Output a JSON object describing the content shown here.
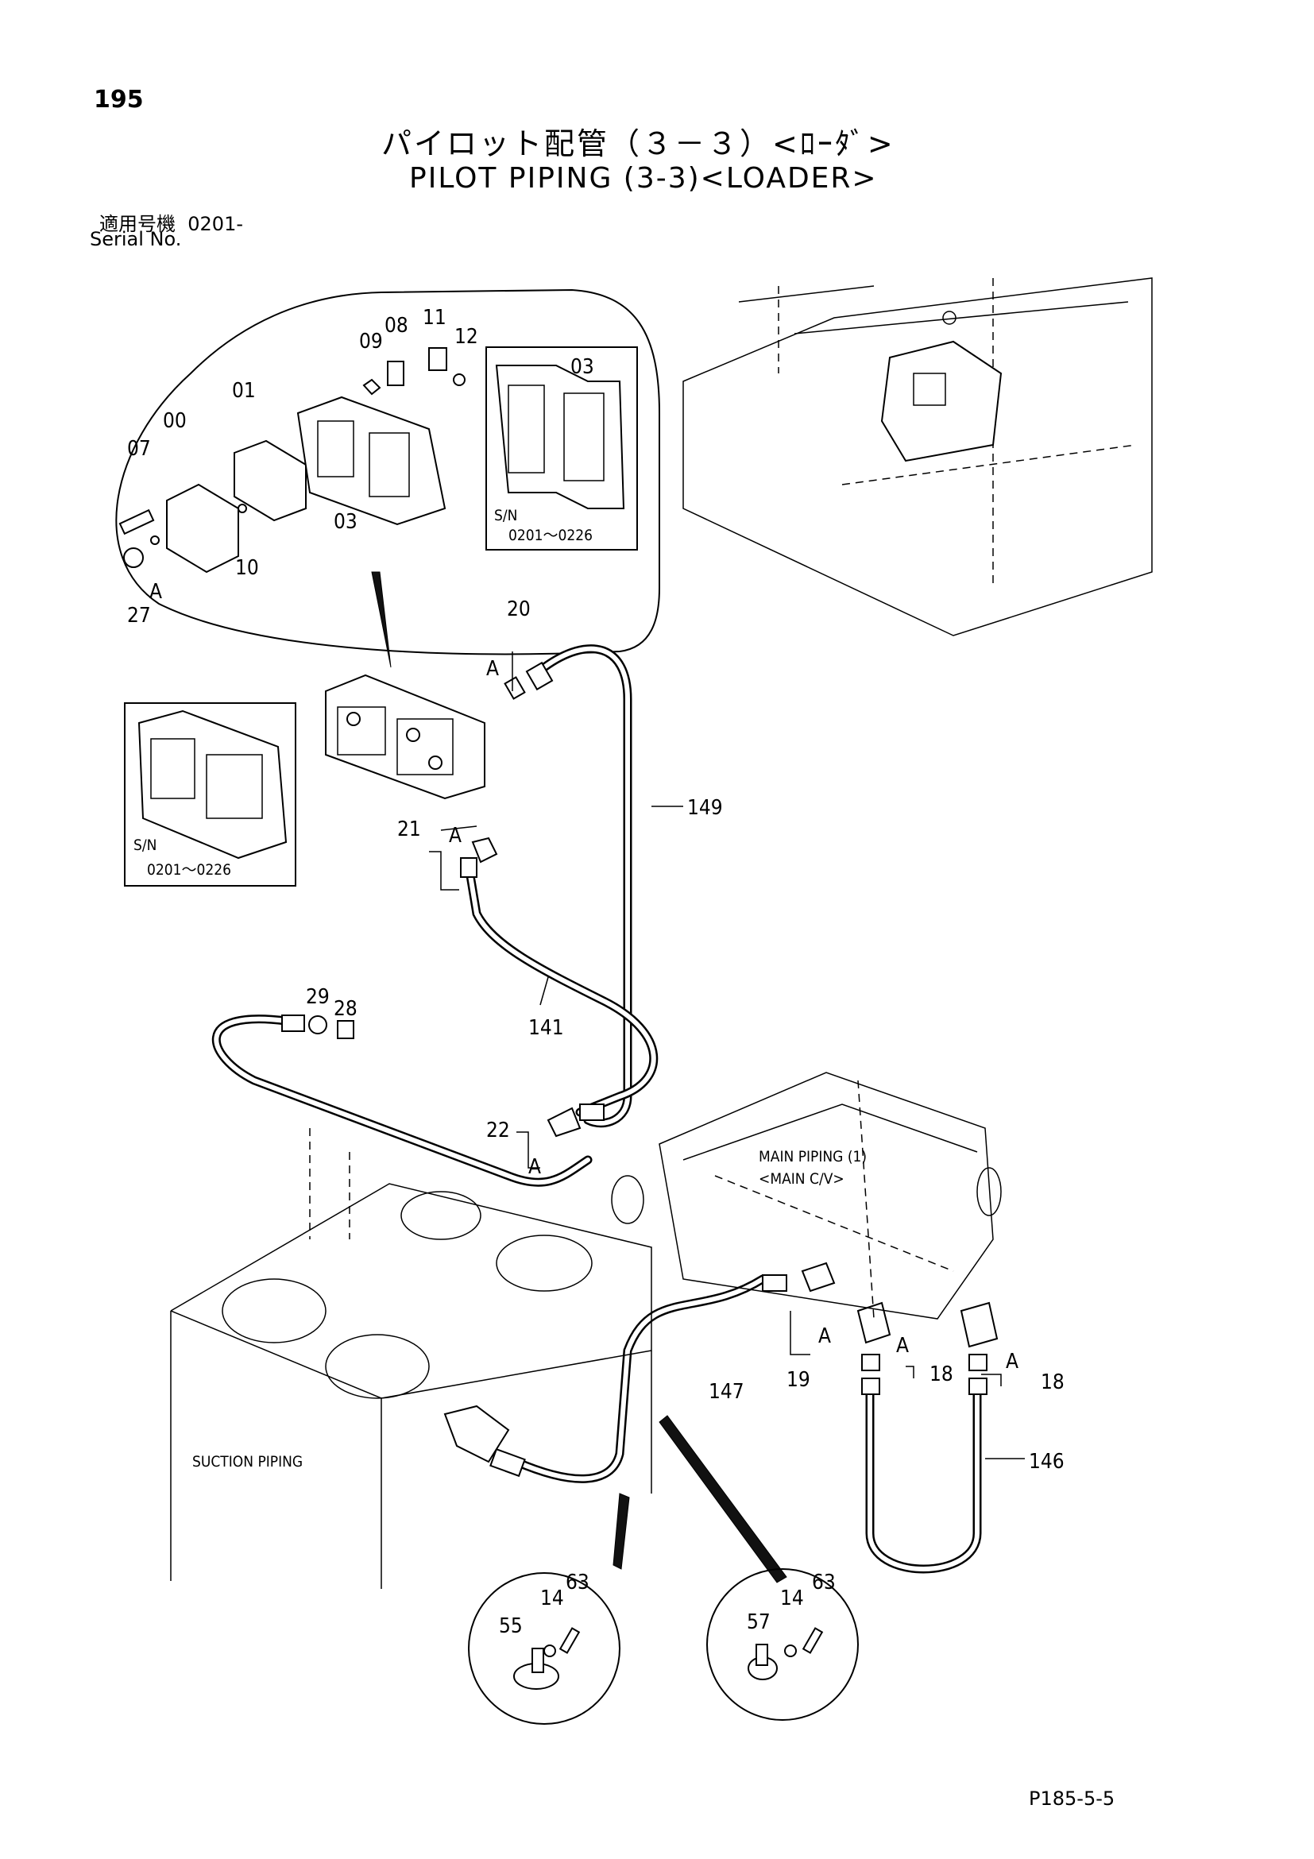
{
  "page": {
    "number": "195",
    "title_jp": "パイロット配管（３－３）<ﾛｰﾀﾞ>",
    "title_en": "PILOT PIPING (3-3)<LOADER>",
    "serial_label_jp": "適用号機",
    "serial_value": "0201-",
    "serial_label_en": "Serial No.",
    "footer_code": "P185-5-5"
  },
  "diagram": {
    "parts": {
      "p00": "00",
      "p01": "01",
      "p03a": "03",
      "p03b": "03",
      "p07": "07",
      "p08": "08",
      "p09": "09",
      "p10": "10",
      "p11": "11",
      "p12": "12",
      "p14a": "14",
      "p14b": "14",
      "p18a": "18",
      "p18b": "18",
      "p19": "19",
      "p20": "20",
      "p21": "21",
      "p22": "22",
      "p27": "27",
      "p28": "28",
      "p29": "29",
      "p55": "55",
      "p57": "57",
      "p63a": "63",
      "p63b": "63",
      "p141": "141",
      "p146": "146",
      "p147": "147",
      "p149": "149"
    },
    "markers": {
      "a1": "A",
      "a2": "A",
      "a3": "A",
      "a4": "A",
      "a5": "A",
      "a6": "A",
      "a7": "A"
    },
    "serial_notes": {
      "inset1_sn": "S/N",
      "inset1_range": "0201～0226",
      "inset2_sn": "S/N",
      "inset2_range": "0201～0226"
    },
    "references": {
      "main_piping_line1": "MAIN PIPING (1)",
      "main_piping_line2": "<MAIN C/V>",
      "suction_piping": "SUCTION PIPING"
    }
  }
}
